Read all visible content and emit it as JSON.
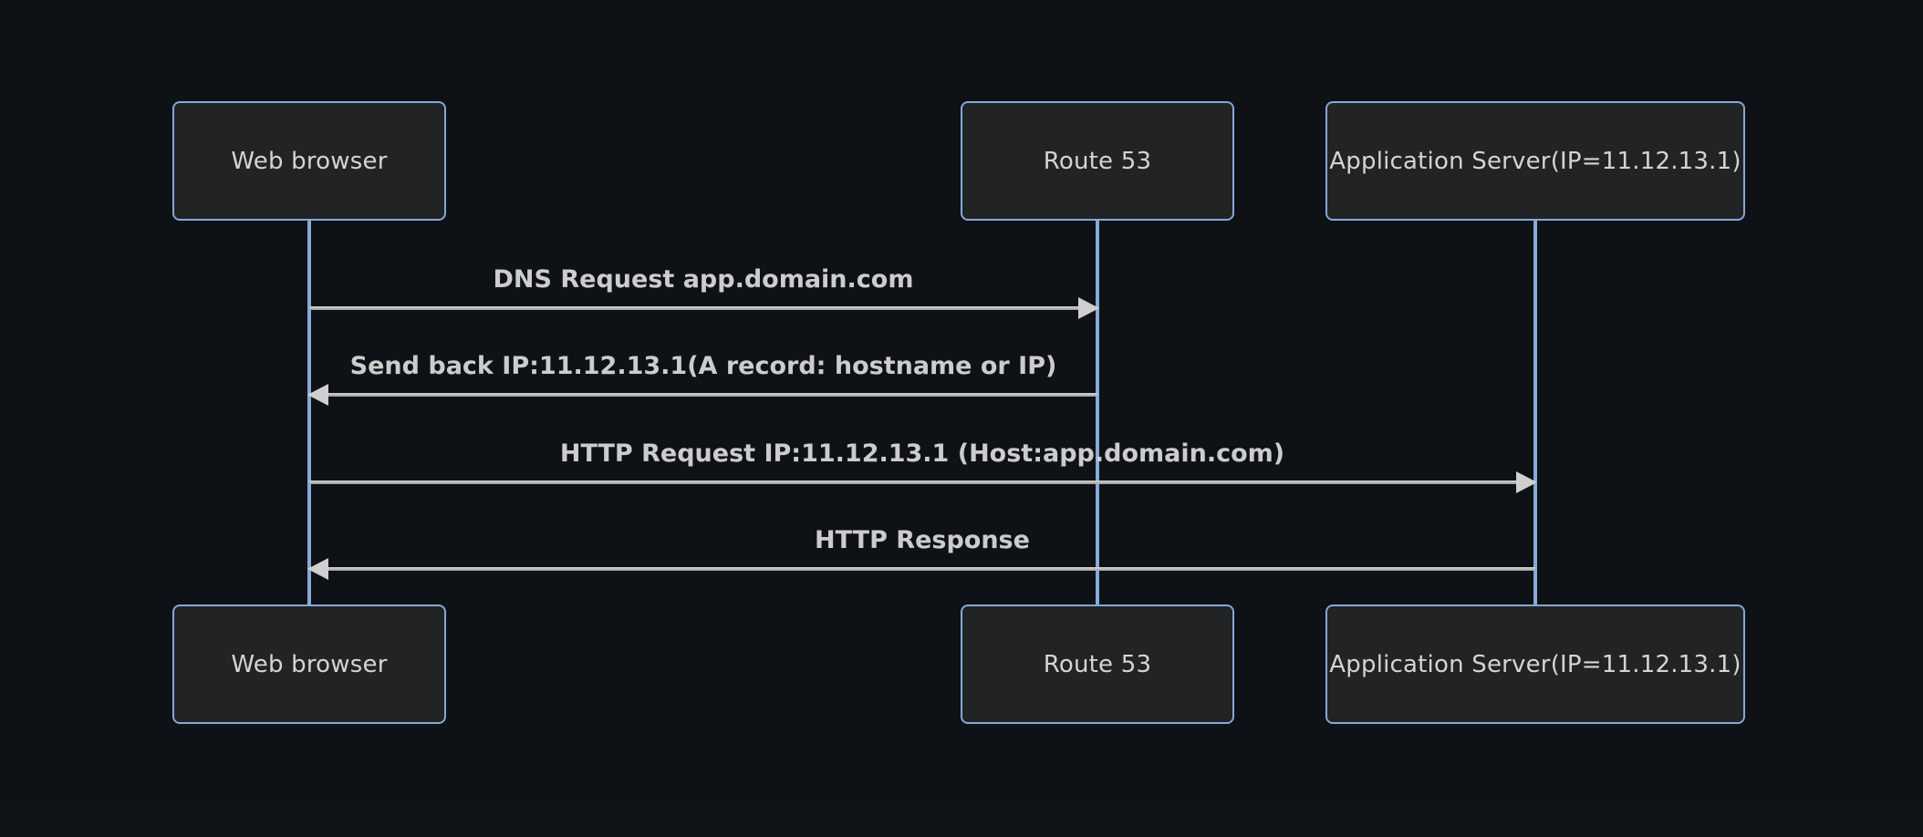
{
  "diagram": {
    "type": "sequence",
    "theme": {
      "background_color": "#0e1115",
      "actor_box_fill": "#212324",
      "actor_border_color": "#85a8d6",
      "actor_text_color": "#d4d4d4",
      "lifeline_color": "#87aad8",
      "arrow_color": "#cfcfcf",
      "message_text_color": "#cccccc"
    },
    "actors": [
      {
        "id": "web-browser",
        "label": "Web browser"
      },
      {
        "id": "route53",
        "label": "Route 53"
      },
      {
        "id": "app-server",
        "label": "Application Server(IP=11.12.13.1)"
      }
    ],
    "messages": [
      {
        "from": "web-browser",
        "to": "route53",
        "direction": "right",
        "label": "DNS Request app.domain.com"
      },
      {
        "from": "route53",
        "to": "web-browser",
        "direction": "left",
        "label": "Send back IP:11.12.13.1(A record: hostname or IP)"
      },
      {
        "from": "web-browser",
        "to": "app-server",
        "direction": "right",
        "label": "HTTP Request IP:11.12.13.1 (Host:app.domain.com)"
      },
      {
        "from": "app-server",
        "to": "web-browser",
        "direction": "left",
        "label": "HTTP Response"
      }
    ]
  }
}
